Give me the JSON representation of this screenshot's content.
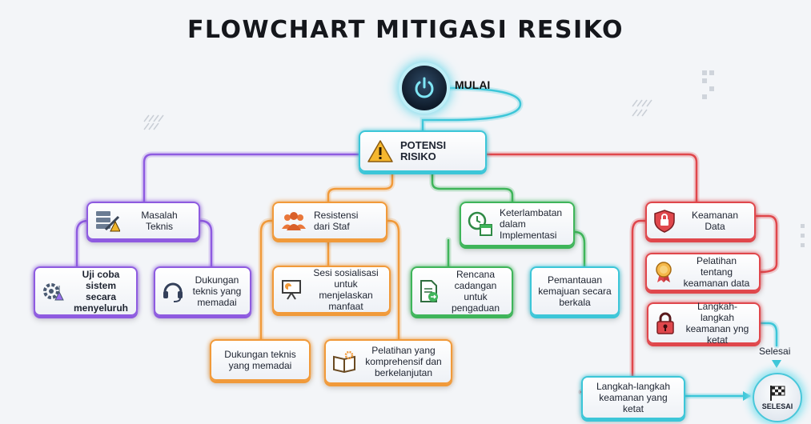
{
  "title": "FLOWCHART MITIGASI RESIKO",
  "start": {
    "label": "MULAI",
    "icon": "power-icon"
  },
  "root": {
    "label": "POTENSI\nRISIKO",
    "icon": "warning-icon"
  },
  "branches": {
    "teknis": {
      "color": "#8e5be0",
      "label": "Masalah\nTeknis",
      "icon": "server-tools-icon",
      "children": [
        "Uji coba sistem\nsecara\nmenyeluruh",
        "Dukungan\nteknis yang\nmemadai"
      ]
    },
    "staf": {
      "color": "#f19a3a",
      "label": "Resistensi\ndari Staf",
      "icon": "people-icon",
      "children": [
        "Sesi sosialisasi\nuntuk menjelaskan\nmanfaat",
        "Dukungan teknis\nyang memadai",
        "Pelatihan yang\nkomprehensif dan\nberkelanjutan"
      ]
    },
    "implementasi": {
      "color": "#3fb55a",
      "label": "Keterlambatan\ndalam\nImplementasi",
      "icon": "clock-calendar-icon",
      "children": [
        "Rencana\ncadangan untuk\npengaduan",
        "Pemantauan\nkemajuan secara\nberkala"
      ]
    },
    "keamanan": {
      "color": "#e0474c",
      "label": "Keamanan\nData",
      "icon": "shield-lock-icon",
      "children": [
        "Pelatihan tentang\nkeamanan data",
        "Langkah-langkah\nkeamanan yng\nketat",
        "Langkah-langkah\nkeamanan yang ketat"
      ]
    }
  },
  "teal_color": "#3cc6d8",
  "selesai_text": "Selesai",
  "end": {
    "label": "SELESAI",
    "icon": "checkered-flag-icon"
  }
}
